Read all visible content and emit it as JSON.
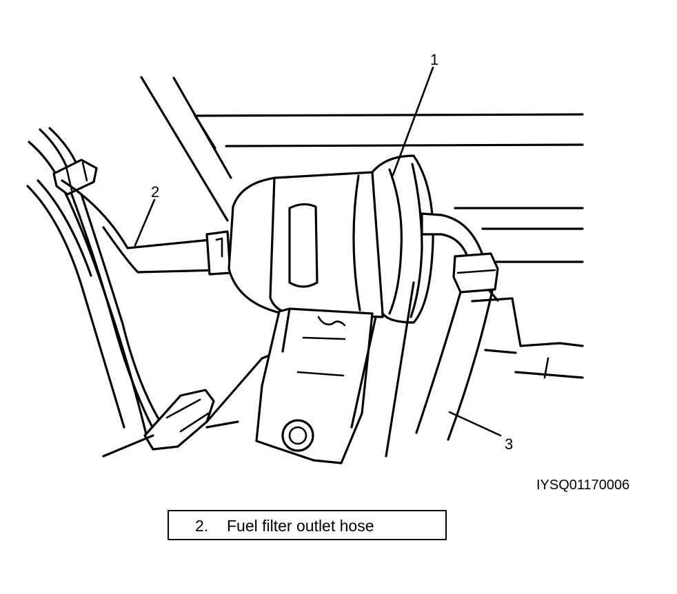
{
  "callouts": {
    "c1": "1",
    "c2": "2",
    "c3": "3"
  },
  "figure_code": "IYSQ01170006",
  "caption": {
    "number": "2.",
    "text": "Fuel filter outlet hose"
  }
}
